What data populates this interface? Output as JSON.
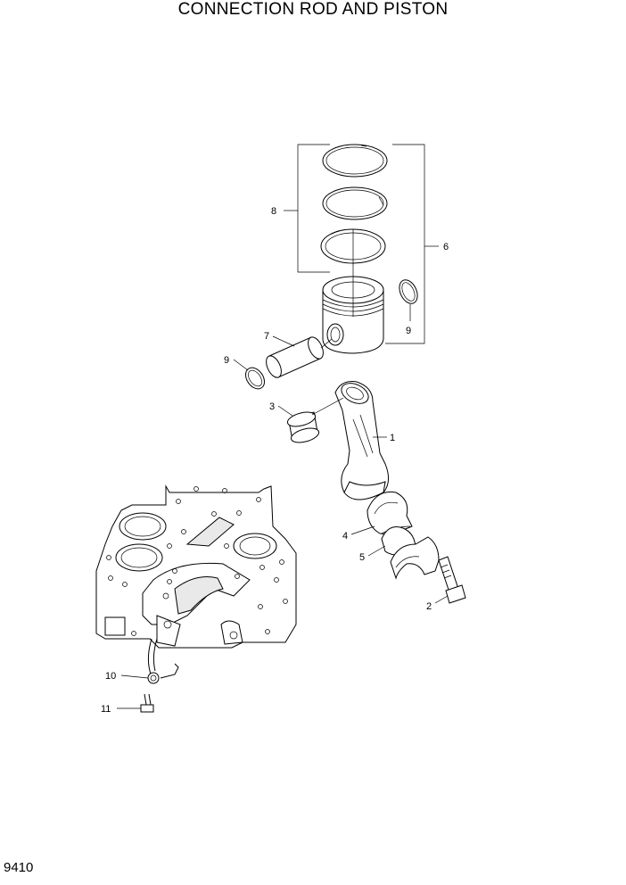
{
  "title": "CONNECTION ROD AND PISTON",
  "page_code": "9410",
  "callouts": {
    "c1": "1",
    "c2": "2",
    "c3": "3",
    "c4": "4",
    "c5": "5",
    "c6": "6",
    "c7": "7",
    "c8": "8",
    "c9a": "9",
    "c9b": "9",
    "c10": "10",
    "c11": "11"
  }
}
